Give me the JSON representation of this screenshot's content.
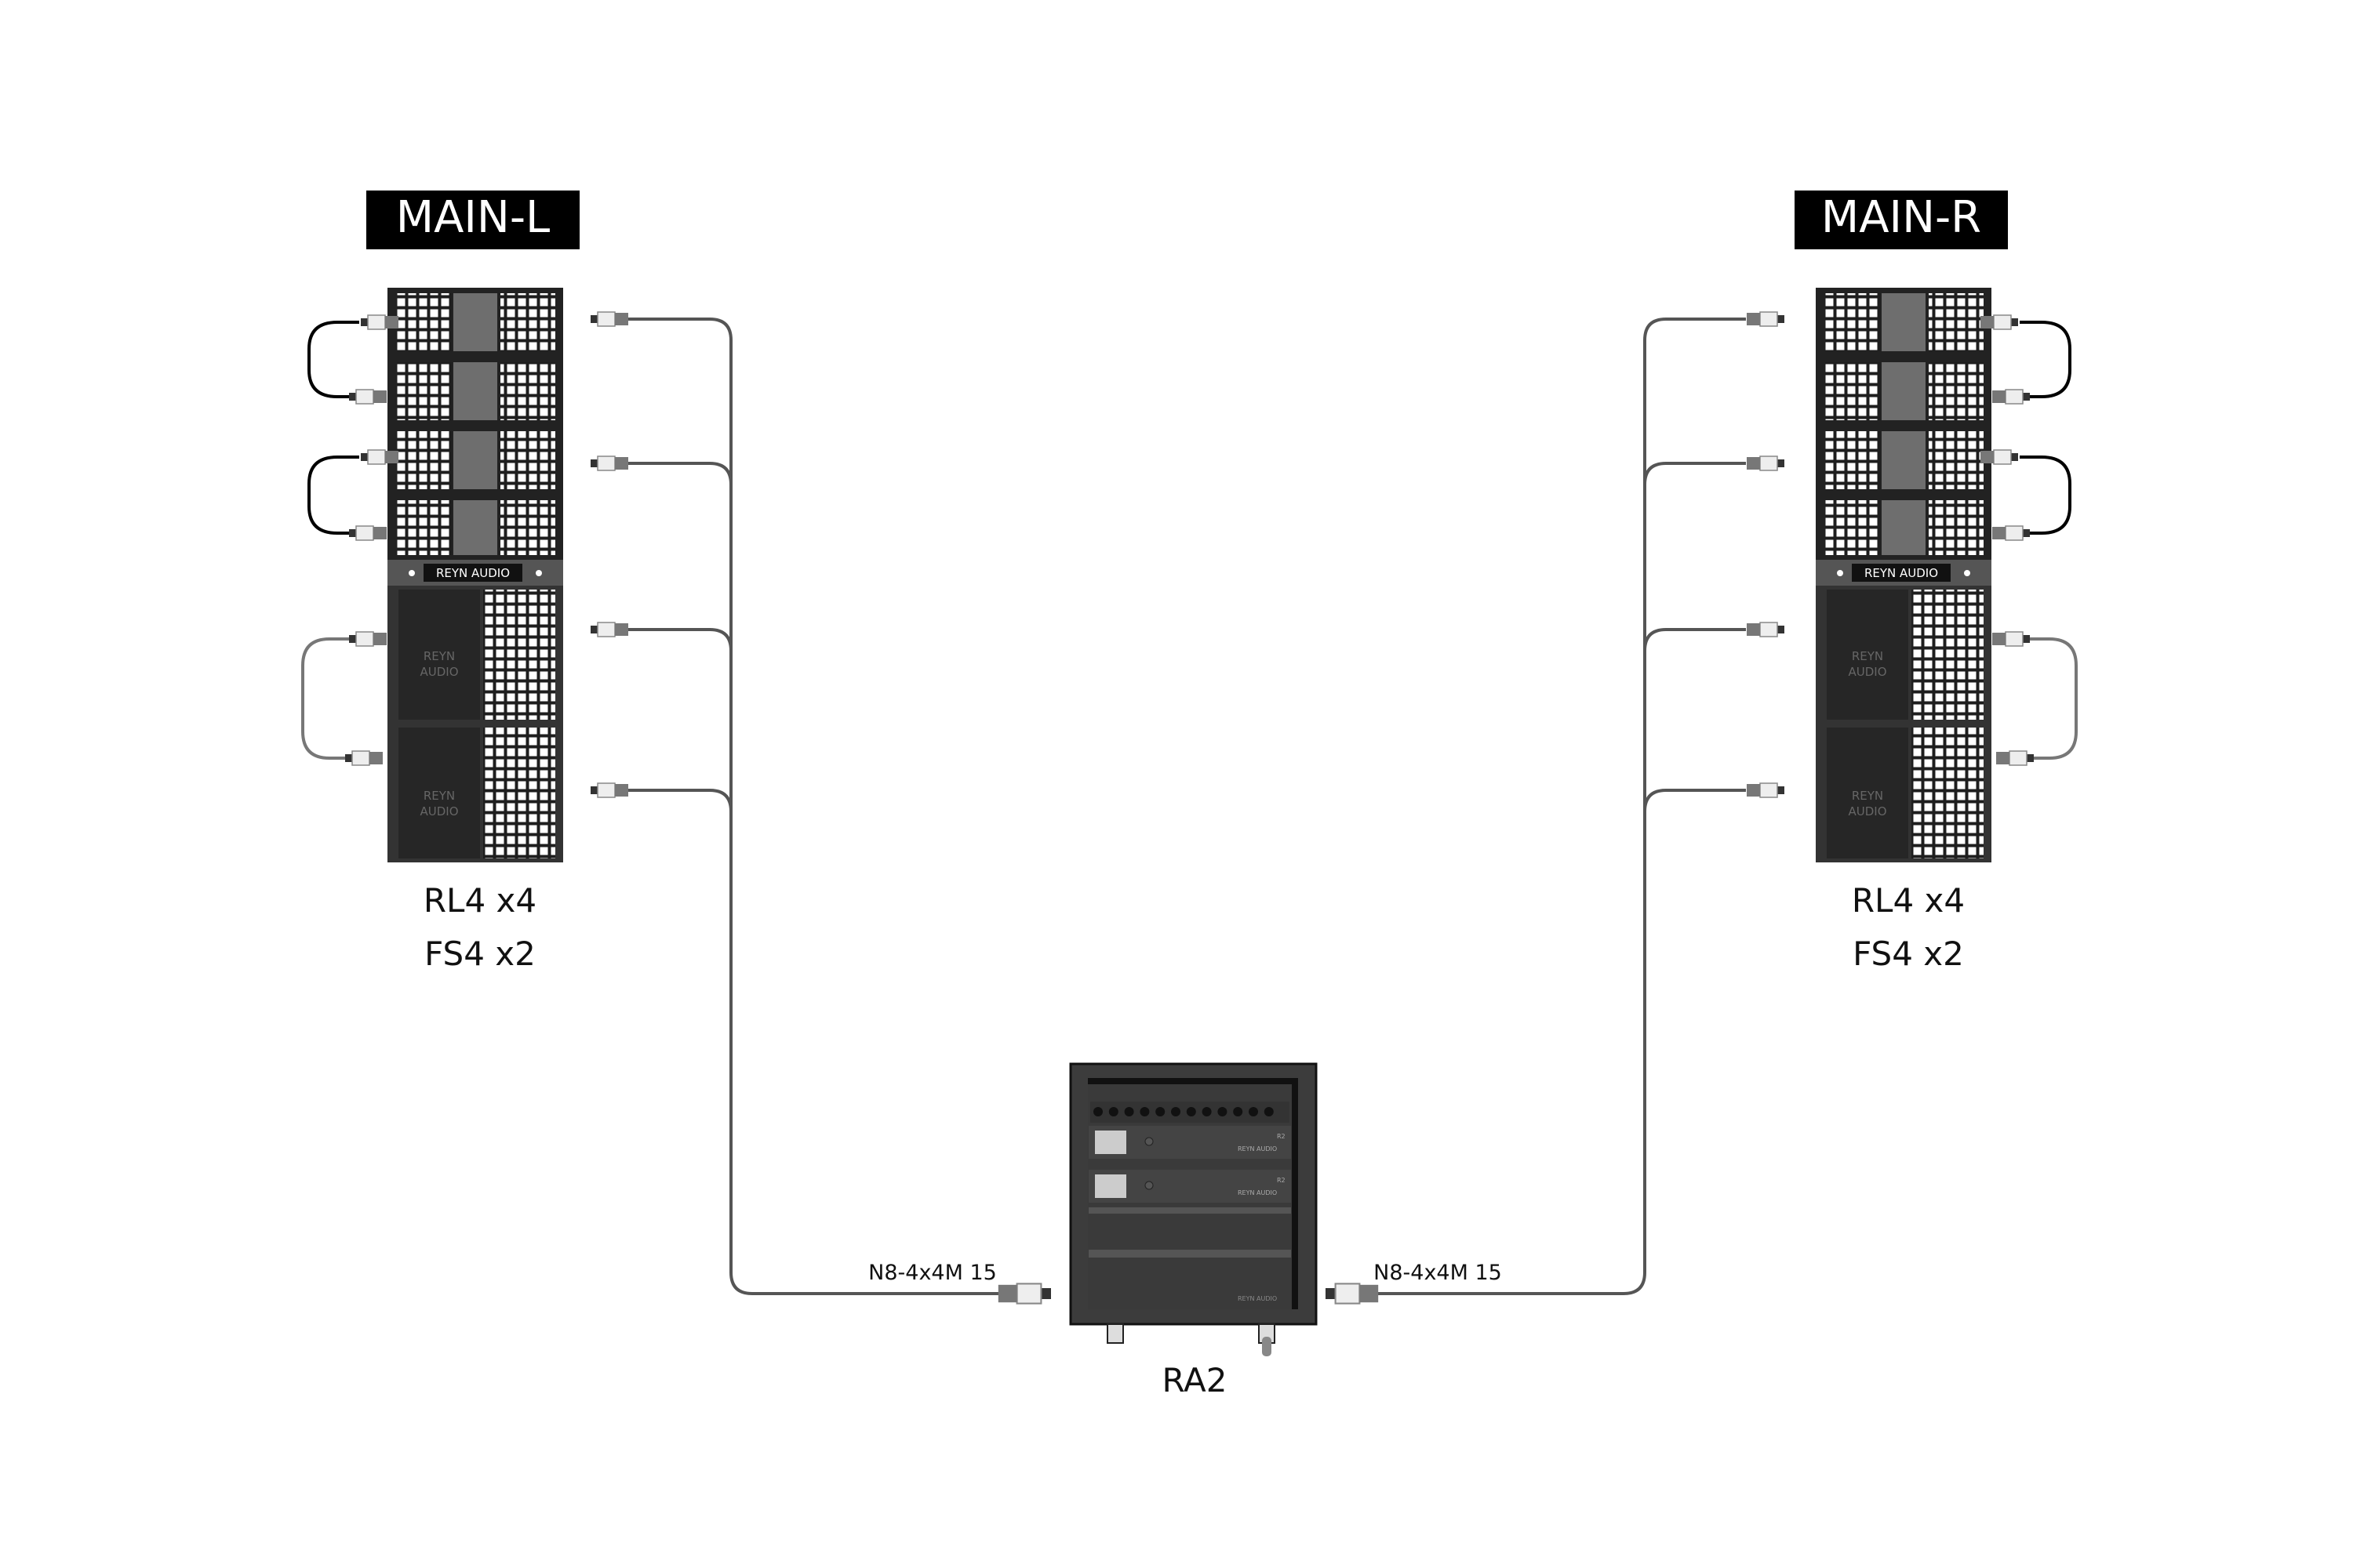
{
  "arrays": {
    "left": {
      "title": "MAIN-L",
      "line1": "RL4 x4",
      "line2": "FS4 x2"
    },
    "right": {
      "title": "MAIN-R",
      "line1": "RL4 x4",
      "line2": "FS4 x2"
    }
  },
  "rack": {
    "label": "RA2",
    "brand": "REYN AUDIO",
    "amp_model": "R2"
  },
  "cables": {
    "left_label": "N8-4x4M 15",
    "right_label": "N8-4x4M 15"
  },
  "brand": {
    "logo_text": "REYN AUDIO",
    "sub_logo_line1": "REYN",
    "sub_logo_line2": "AUDIO"
  },
  "colors": {
    "cabinet": "#222222",
    "grille": "#ffffff",
    "horn": "#6e6e6e",
    "cable": "#555555"
  }
}
